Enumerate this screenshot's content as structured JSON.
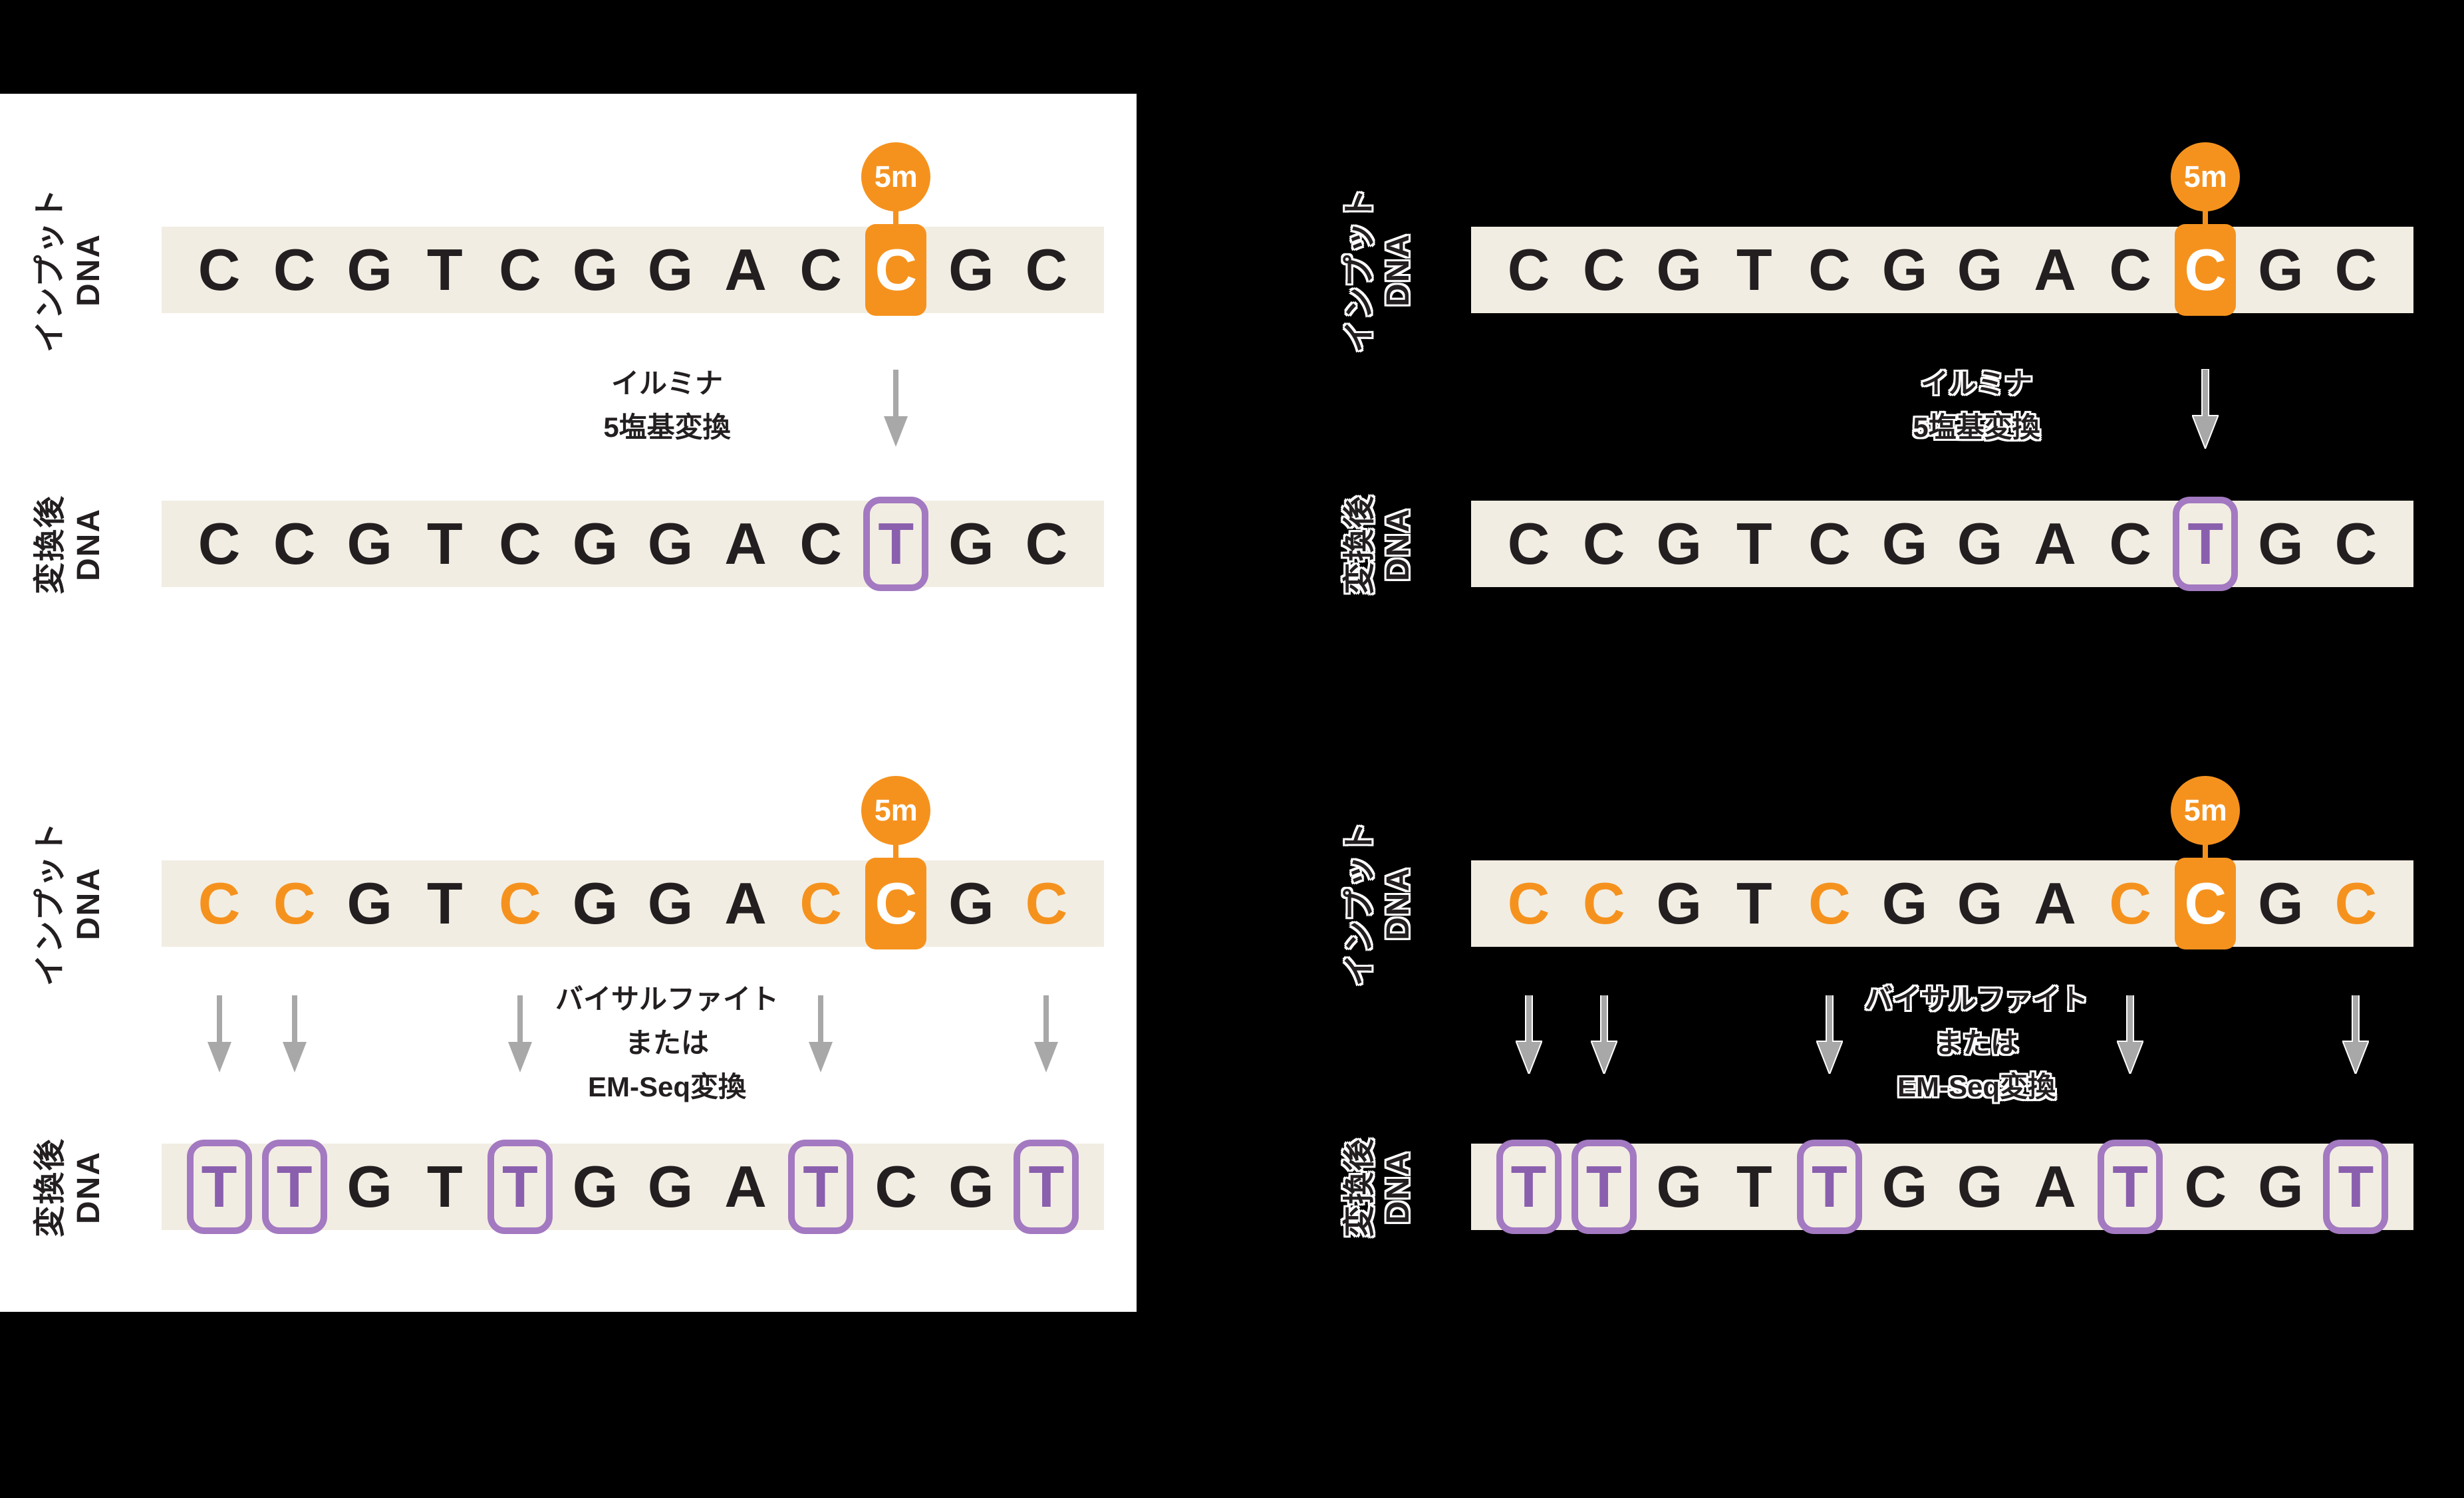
{
  "colors": {
    "bg": "#000000",
    "panel": "#ffffff",
    "band": "#f2ede2",
    "ink": "#231f20",
    "accent_orange": "#f5921e",
    "purple_border": "#a379c1",
    "purple_letter": "#8a5fae",
    "arrow_gray": "#a8a8a8"
  },
  "badge": {
    "label": "5m"
  },
  "labels": {
    "input_line1": "インプット",
    "converted_line1": "変換後",
    "dna": "DNA"
  },
  "illumina": {
    "method_line1": "イルミナ",
    "method_line2": "5塩基変換",
    "input_sequence": [
      {
        "ch": "C"
      },
      {
        "ch": "C"
      },
      {
        "ch": "G"
      },
      {
        "ch": "T"
      },
      {
        "ch": "C"
      },
      {
        "ch": "G"
      },
      {
        "ch": "G"
      },
      {
        "ch": "A"
      },
      {
        "ch": "C"
      },
      {
        "ch": "C",
        "style": "meth"
      },
      {
        "ch": "G"
      },
      {
        "ch": "C"
      }
    ],
    "arrow_cells": [
      {},
      {},
      {},
      {},
      {},
      {},
      {},
      {},
      {},
      {
        "style": "arrow"
      },
      {},
      {}
    ],
    "converted_sequence": [
      {
        "ch": "C"
      },
      {
        "ch": "C"
      },
      {
        "ch": "G"
      },
      {
        "ch": "T"
      },
      {
        "ch": "C"
      },
      {
        "ch": "G"
      },
      {
        "ch": "G"
      },
      {
        "ch": "A"
      },
      {
        "ch": "C"
      },
      {
        "ch": "T",
        "style": "tbox"
      },
      {
        "ch": "G"
      },
      {
        "ch": "C"
      }
    ]
  },
  "bisulfite": {
    "method_line1": "バイサルファイト",
    "method_line2": "または",
    "method_line3": "EM-Seq変換",
    "input_sequence": [
      {
        "ch": "C",
        "style": "orange"
      },
      {
        "ch": "C",
        "style": "orange"
      },
      {
        "ch": "G"
      },
      {
        "ch": "T"
      },
      {
        "ch": "C",
        "style": "orange"
      },
      {
        "ch": "G"
      },
      {
        "ch": "G"
      },
      {
        "ch": "A"
      },
      {
        "ch": "C",
        "style": "orange"
      },
      {
        "ch": "C",
        "style": "meth"
      },
      {
        "ch": "G"
      },
      {
        "ch": "C",
        "style": "orange"
      }
    ],
    "arrow_cells": [
      {
        "style": "arrow"
      },
      {
        "style": "arrow"
      },
      {},
      {},
      {
        "style": "arrow"
      },
      {},
      {},
      {},
      {
        "style": "arrow"
      },
      {},
      {},
      {
        "style": "arrow"
      }
    ],
    "converted_sequence": [
      {
        "ch": "T",
        "style": "tbox"
      },
      {
        "ch": "T",
        "style": "tbox"
      },
      {
        "ch": "G"
      },
      {
        "ch": "T"
      },
      {
        "ch": "T",
        "style": "tbox"
      },
      {
        "ch": "G"
      },
      {
        "ch": "G"
      },
      {
        "ch": "A"
      },
      {
        "ch": "T",
        "style": "tbox"
      },
      {
        "ch": "C"
      },
      {
        "ch": "G"
      },
      {
        "ch": "T",
        "style": "tbox"
      }
    ]
  }
}
